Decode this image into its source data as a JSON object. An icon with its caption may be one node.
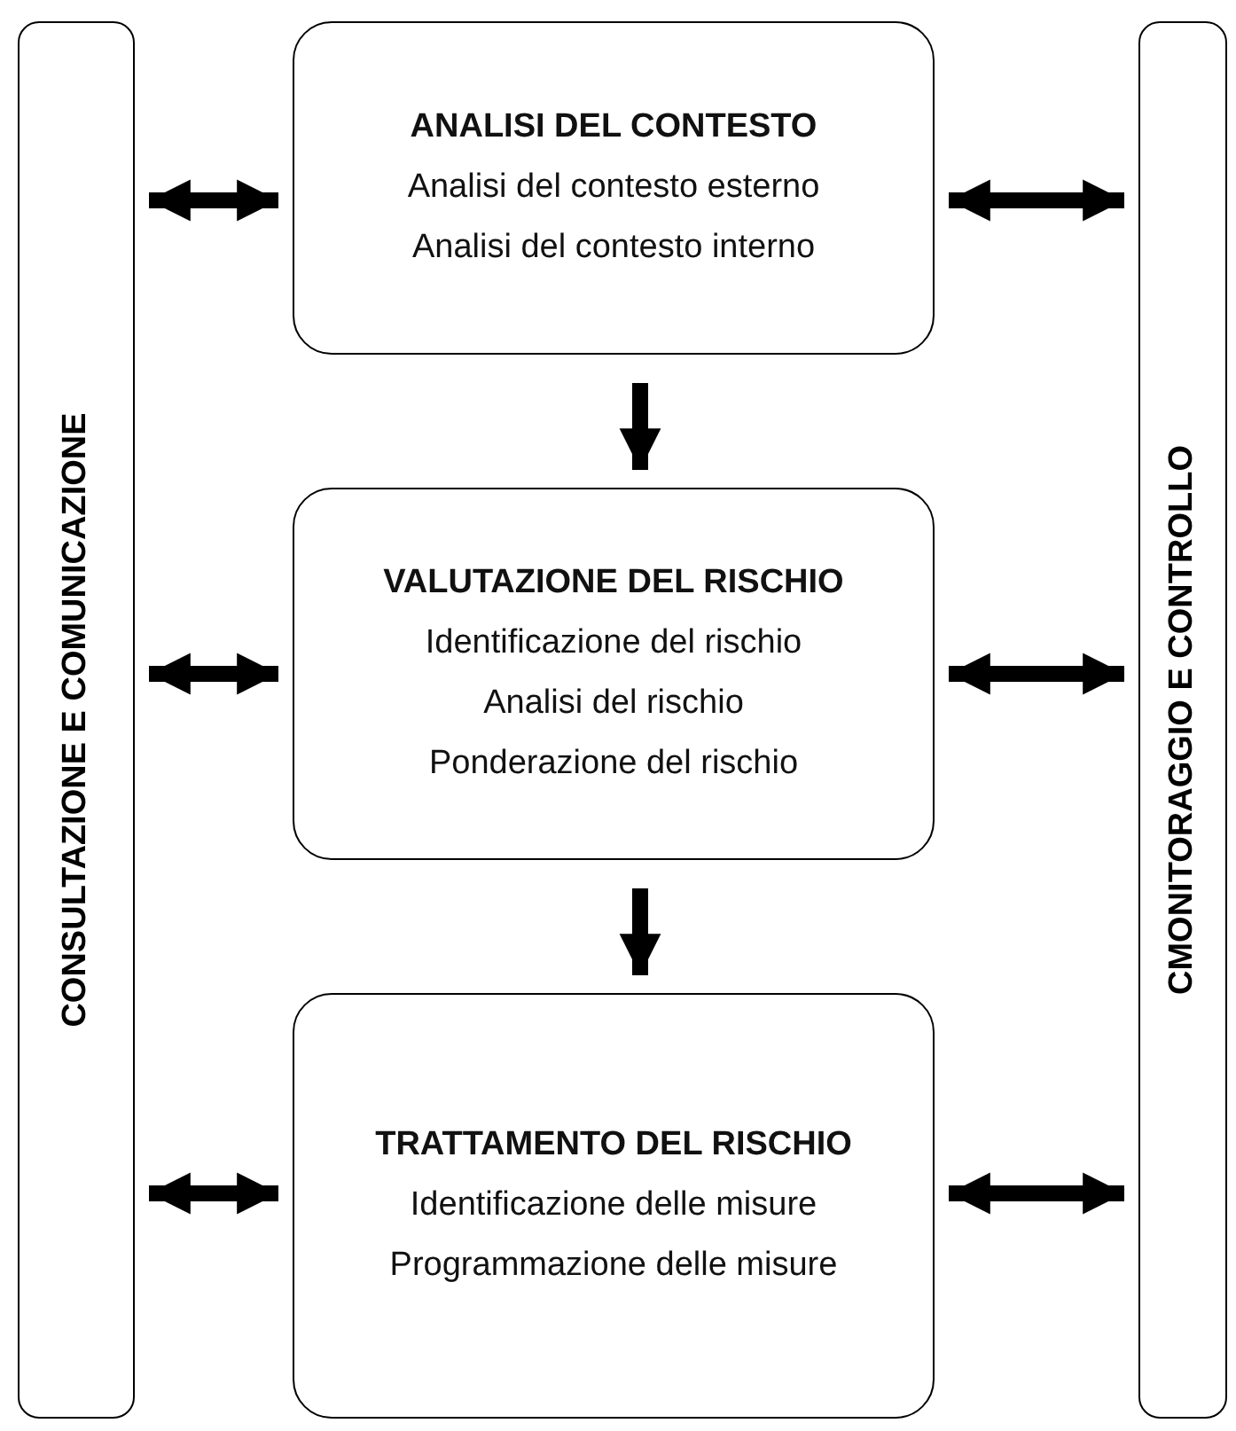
{
  "diagram": {
    "nodes": [
      {
        "text": [
          "CONSULTAZIONE E COMUNICAZIONE"
        ]
      },
      {
        "text": [
          "ANALISI DEL CONTESTO",
          "Analisi del contesto esterno",
          "Analisi del contesto interno"
        ]
      },
      {
        "text": [
          "VALUTAZIONE DEL RISCHIO",
          "Identificazione del rischio",
          "Analisi del rischio",
          "Ponderazione del rischio"
        ]
      },
      {
        "text": [
          "TRATTAMENTO DEL RISCHIO",
          "Identificazione delle misure",
          "Programmazione delle misure"
        ]
      },
      {
        "text": [
          "CMONITORAGGIO E CONTROLLO"
        ]
      }
    ],
    "edges": [
      {
        "from": 0,
        "to": 1,
        "arrow": "both"
      },
      {
        "from": 1,
        "to": 4,
        "arrow": "both"
      },
      {
        "from": 1,
        "to": 2,
        "arrow": "to"
      },
      {
        "from": 0,
        "to": 2,
        "arrow": "both"
      },
      {
        "from": 2,
        "to": 4,
        "arrow": "both"
      },
      {
        "from": 2,
        "to": 3,
        "arrow": "to"
      },
      {
        "from": 0,
        "to": 3,
        "arrow": "both"
      },
      {
        "from": 3,
        "to": 4,
        "arrow": "both"
      }
    ]
  }
}
